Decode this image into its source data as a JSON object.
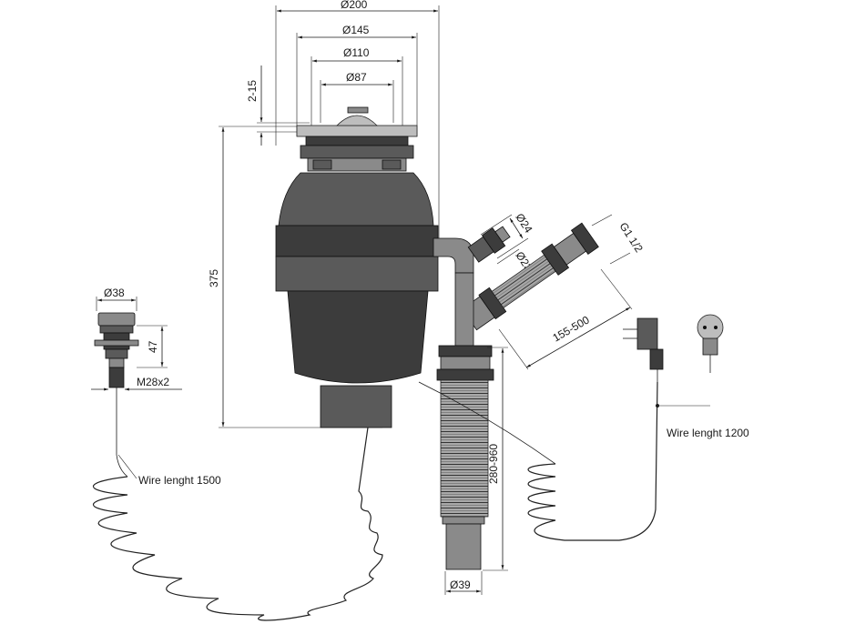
{
  "colors": {
    "ink": "#1a1a1a",
    "body_dark": "#3c3c3c",
    "body_mid": "#5a5a5a",
    "hose": "#9a9a9a"
  },
  "dimensions": {
    "d200": "Ø200",
    "d145": "Ø145",
    "d110": "Ø110",
    "d87": "Ø87",
    "gap_2_15": "2-15",
    "height_375": "375",
    "d24": "Ø24",
    "d23": "Ø23",
    "thread": "G1 1/2",
    "length_155_500": "155-500",
    "d38": "Ø38",
    "h47": "47",
    "m28": "M28x2",
    "drain_280_960": "280-960",
    "d39": "Ø39"
  },
  "labels": {
    "wire_1500": "Wire lenght 1500",
    "wire_1200": "Wire lenght 1200"
  }
}
